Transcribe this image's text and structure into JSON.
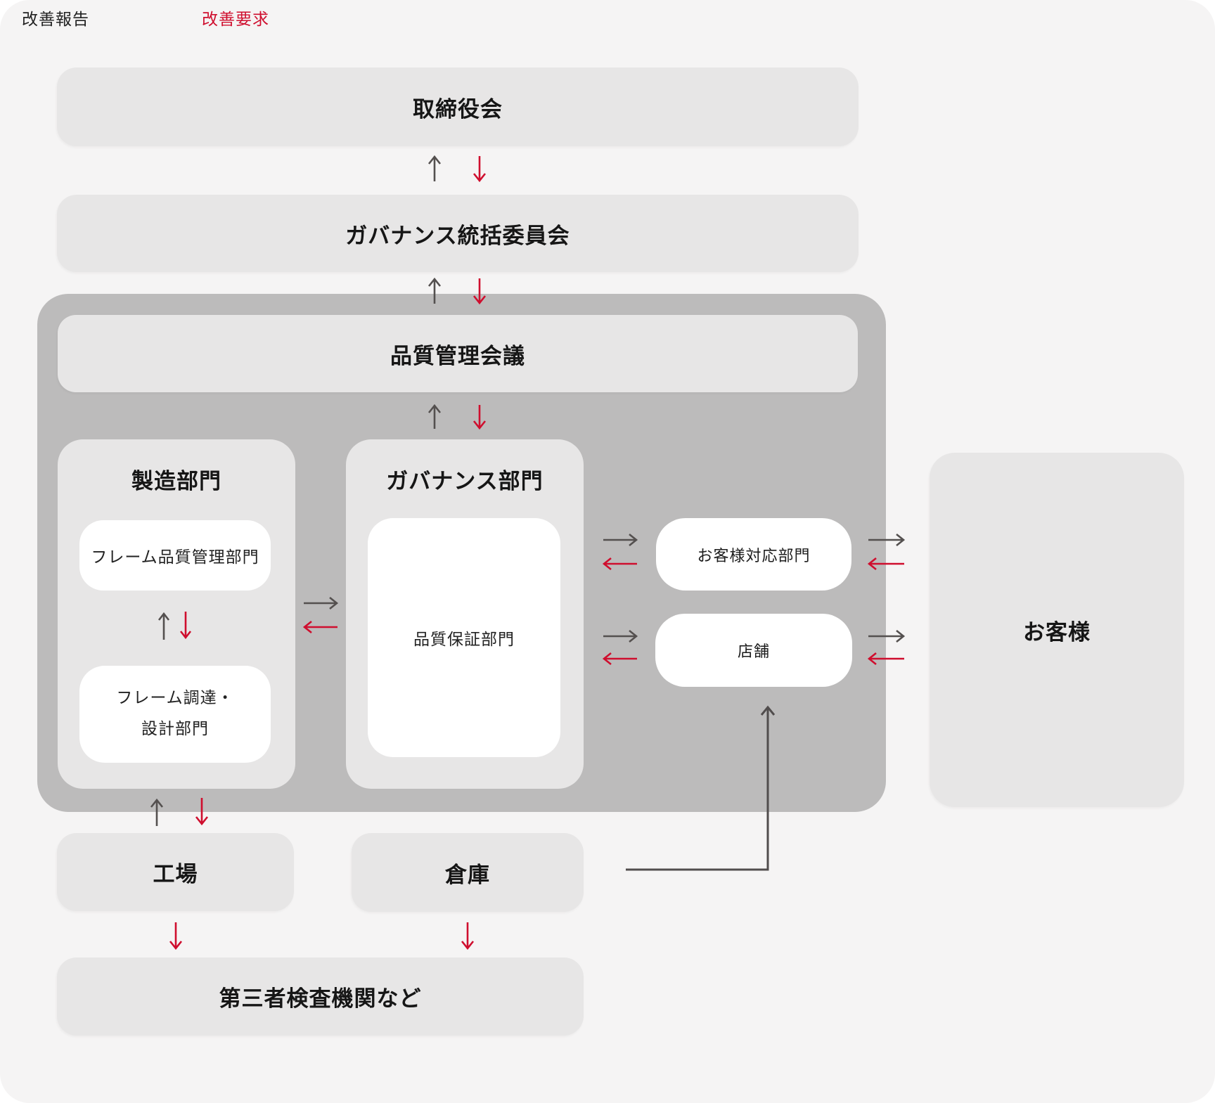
{
  "colors": {
    "page_bg": "#f5f4f4",
    "box_light": "#e7e6e6",
    "container_gray": "#bcbbbb",
    "box_white": "#ffffff",
    "arrow_gray": "#54504f",
    "arrow_red": "#cf0e2e",
    "text": "#1c1c1c"
  },
  "nodes": {
    "board": "取締役会",
    "governance_committee": "ガバナンス統括委員会",
    "quality_meeting": "品質管理会議",
    "manufacturing": "製造部門",
    "frame_quality": "フレーム品質管理部門",
    "improvement_report": "改善報告",
    "improvement_request": "改善要求",
    "frame_procurement_line1": "フレーム調達・",
    "frame_procurement_line2": "設計部門",
    "governance_division": "ガバナンス部門",
    "quality_assurance": "品質保証部門",
    "customer_support": "お客様対応部門",
    "stores": "店舗",
    "customers": "お客様",
    "factory": "工場",
    "warehouse": "倉庫",
    "third_party": "第三者検査機関など"
  }
}
